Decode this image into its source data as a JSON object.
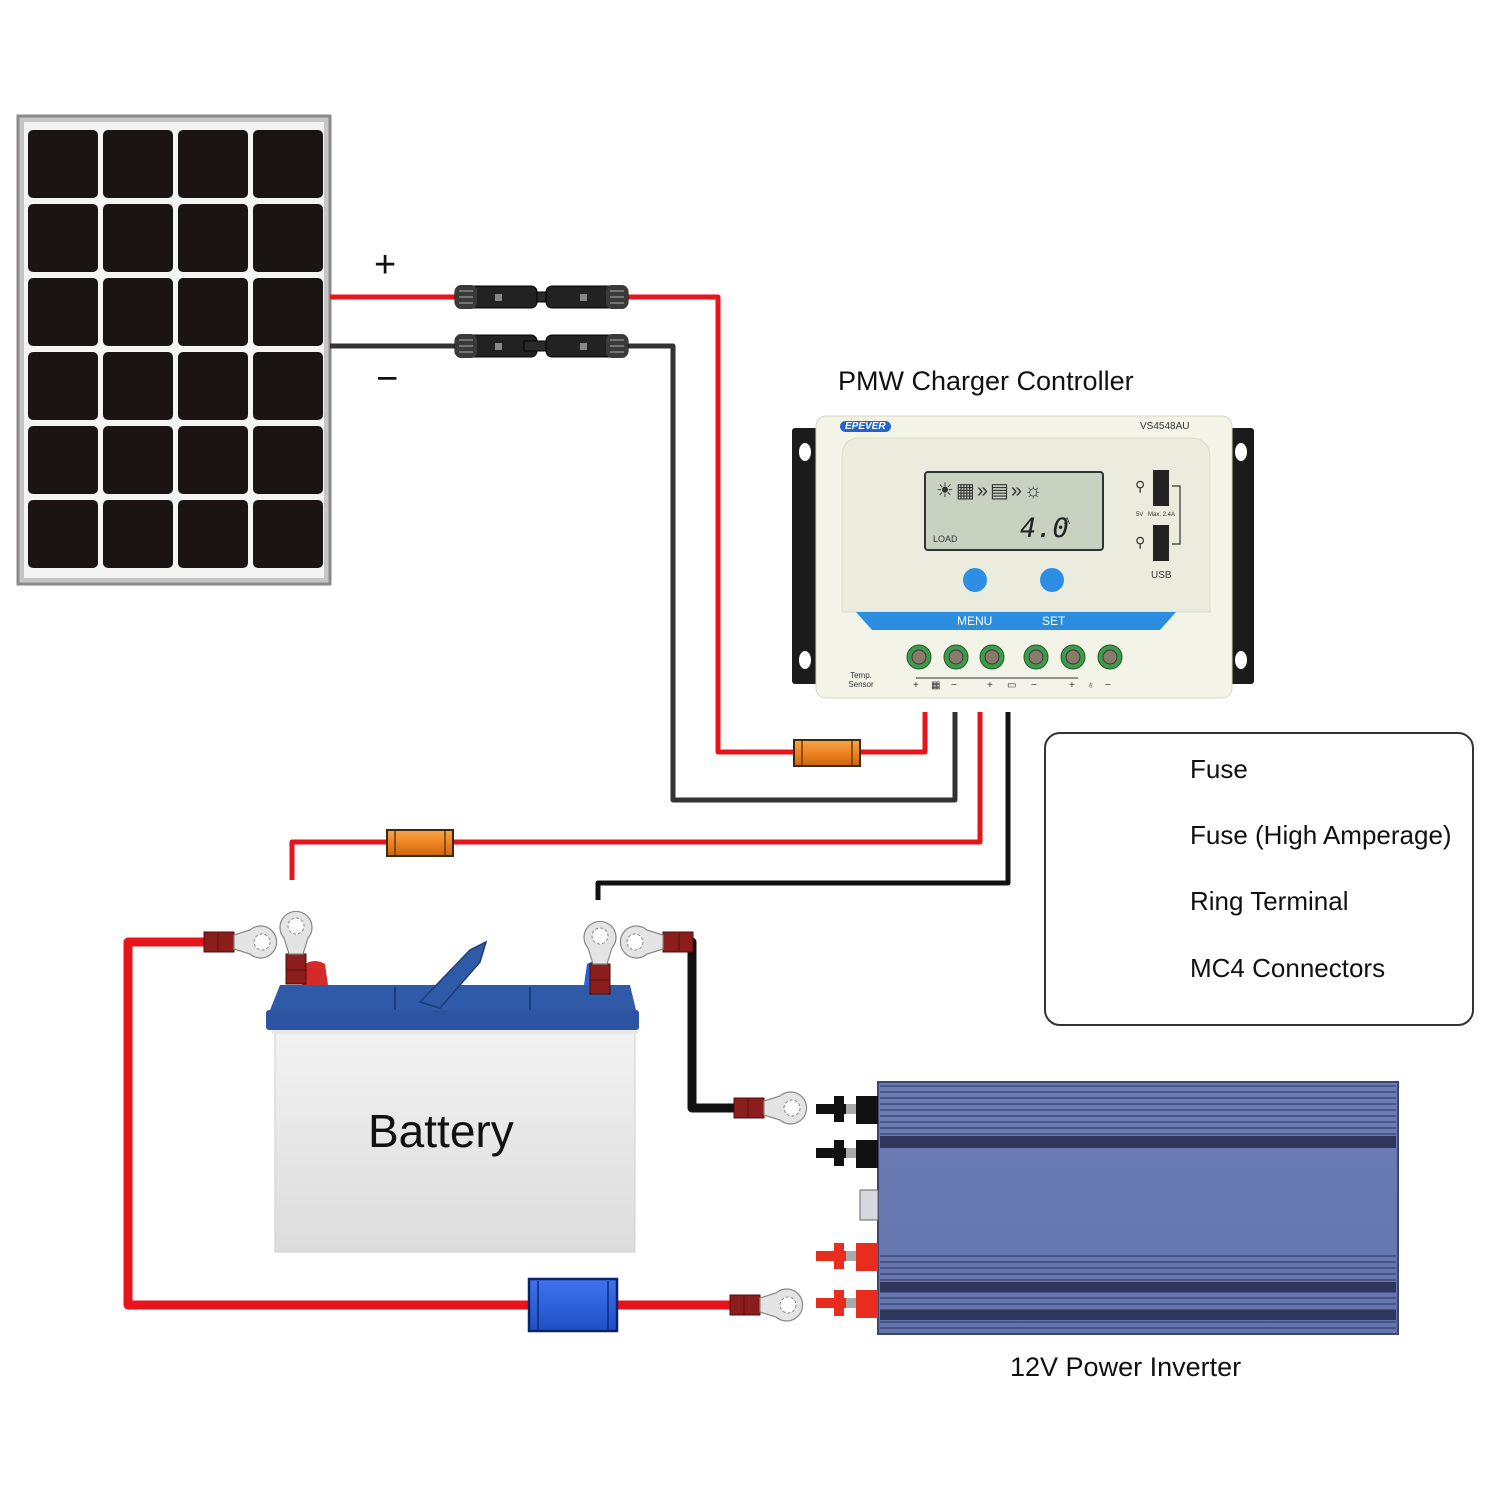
{
  "title": "Solar power system wiring diagram",
  "components": {
    "solar_panel": {
      "plus_label": "+",
      "minus_label": "−",
      "cell_rows": 6,
      "cell_cols": 4
    },
    "charge_controller": {
      "title": "PMW Charger Controller",
      "brand": "EPEVER",
      "model": "VS4548AU",
      "lcd_value": "4.0",
      "lcd_unit": "A",
      "lcd_mode": "LOAD",
      "usb_voltage": "5V",
      "usb_max": "Max. 2.4A",
      "usb_label": "USB",
      "button_menu": "MENU",
      "button_set": "SET",
      "temp_sensor": "Temp. Sensor",
      "terminal_signs": [
        "+",
        "−",
        "+",
        "−",
        "+",
        "−"
      ]
    },
    "battery": {
      "label": "Battery"
    },
    "inverter": {
      "title": "12V Power Inverter"
    }
  },
  "legend": {
    "items": [
      {
        "label": "Fuse",
        "icon": "fuse-icon"
      },
      {
        "label": "Fuse (High Amperage)",
        "icon": "high-amp-fuse-icon"
      },
      {
        "label": "Ring Terminal",
        "icon": "ring-terminal-icon"
      },
      {
        "label": "MC4 Connectors",
        "icon": "mc4-connector-icon"
      }
    ]
  },
  "colors": {
    "positive_wire": "#e8141c",
    "negative_wire": "#1a1a1a",
    "panel_wire_negative": "#333333",
    "fuse": "#f08a24",
    "high_amp_fuse": "#2b5fd6",
    "controller_body": "#f3f3e6",
    "controller_accent": "#2b8de0",
    "inverter_body": "#6f7fb6",
    "battery_lid": "#2d54a0"
  }
}
